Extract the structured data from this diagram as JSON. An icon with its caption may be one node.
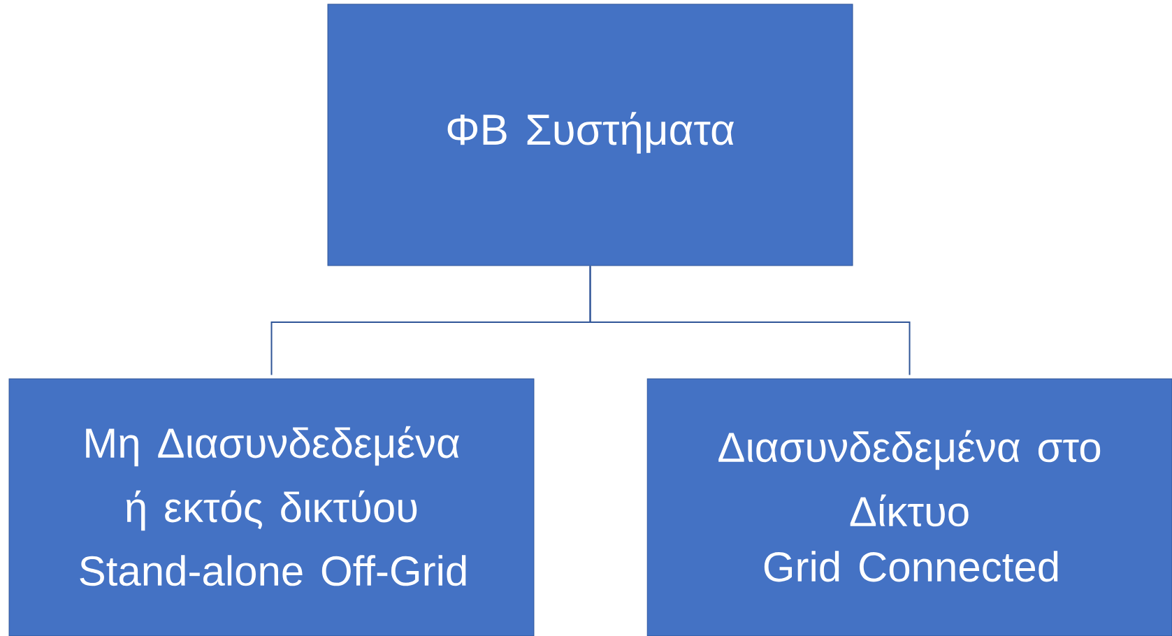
{
  "diagram": {
    "nodes": [
      {
        "text": [
          "ΦΒ Συστήματα"
        ]
      },
      {
        "text": [
          "Μη Διασυνδεδεμένα ή εκτός δικτύου",
          "Stand-alone Off-Grid"
        ]
      },
      {
        "text": [
          "Διασυνδεδεμένα στο Δίκτυο",
          "Grid Connected"
        ]
      }
    ],
    "edges": [
      {
        "from": 0,
        "to": 1,
        "arrow": "none"
      },
      {
        "from": 0,
        "to": 2,
        "arrow": "none"
      }
    ]
  }
}
